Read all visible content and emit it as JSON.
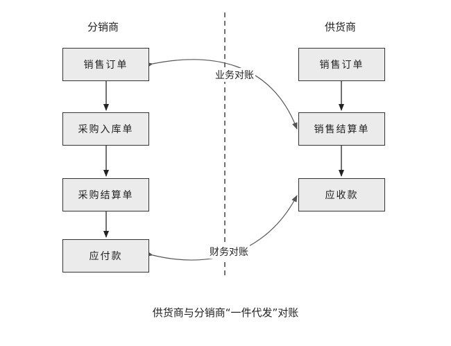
{
  "lanes": {
    "left_title": "分销商",
    "right_title": "供货商"
  },
  "left_nodes": [
    "销售订单",
    "采购入库单",
    "采购结算单",
    "应付款"
  ],
  "right_nodes": [
    "销售订单",
    "销售结算单",
    "应收款"
  ],
  "edge_labels": {
    "business": "业务对账",
    "finance": "财务对账"
  },
  "caption": "供货商与分销商“一件代发”对账"
}
